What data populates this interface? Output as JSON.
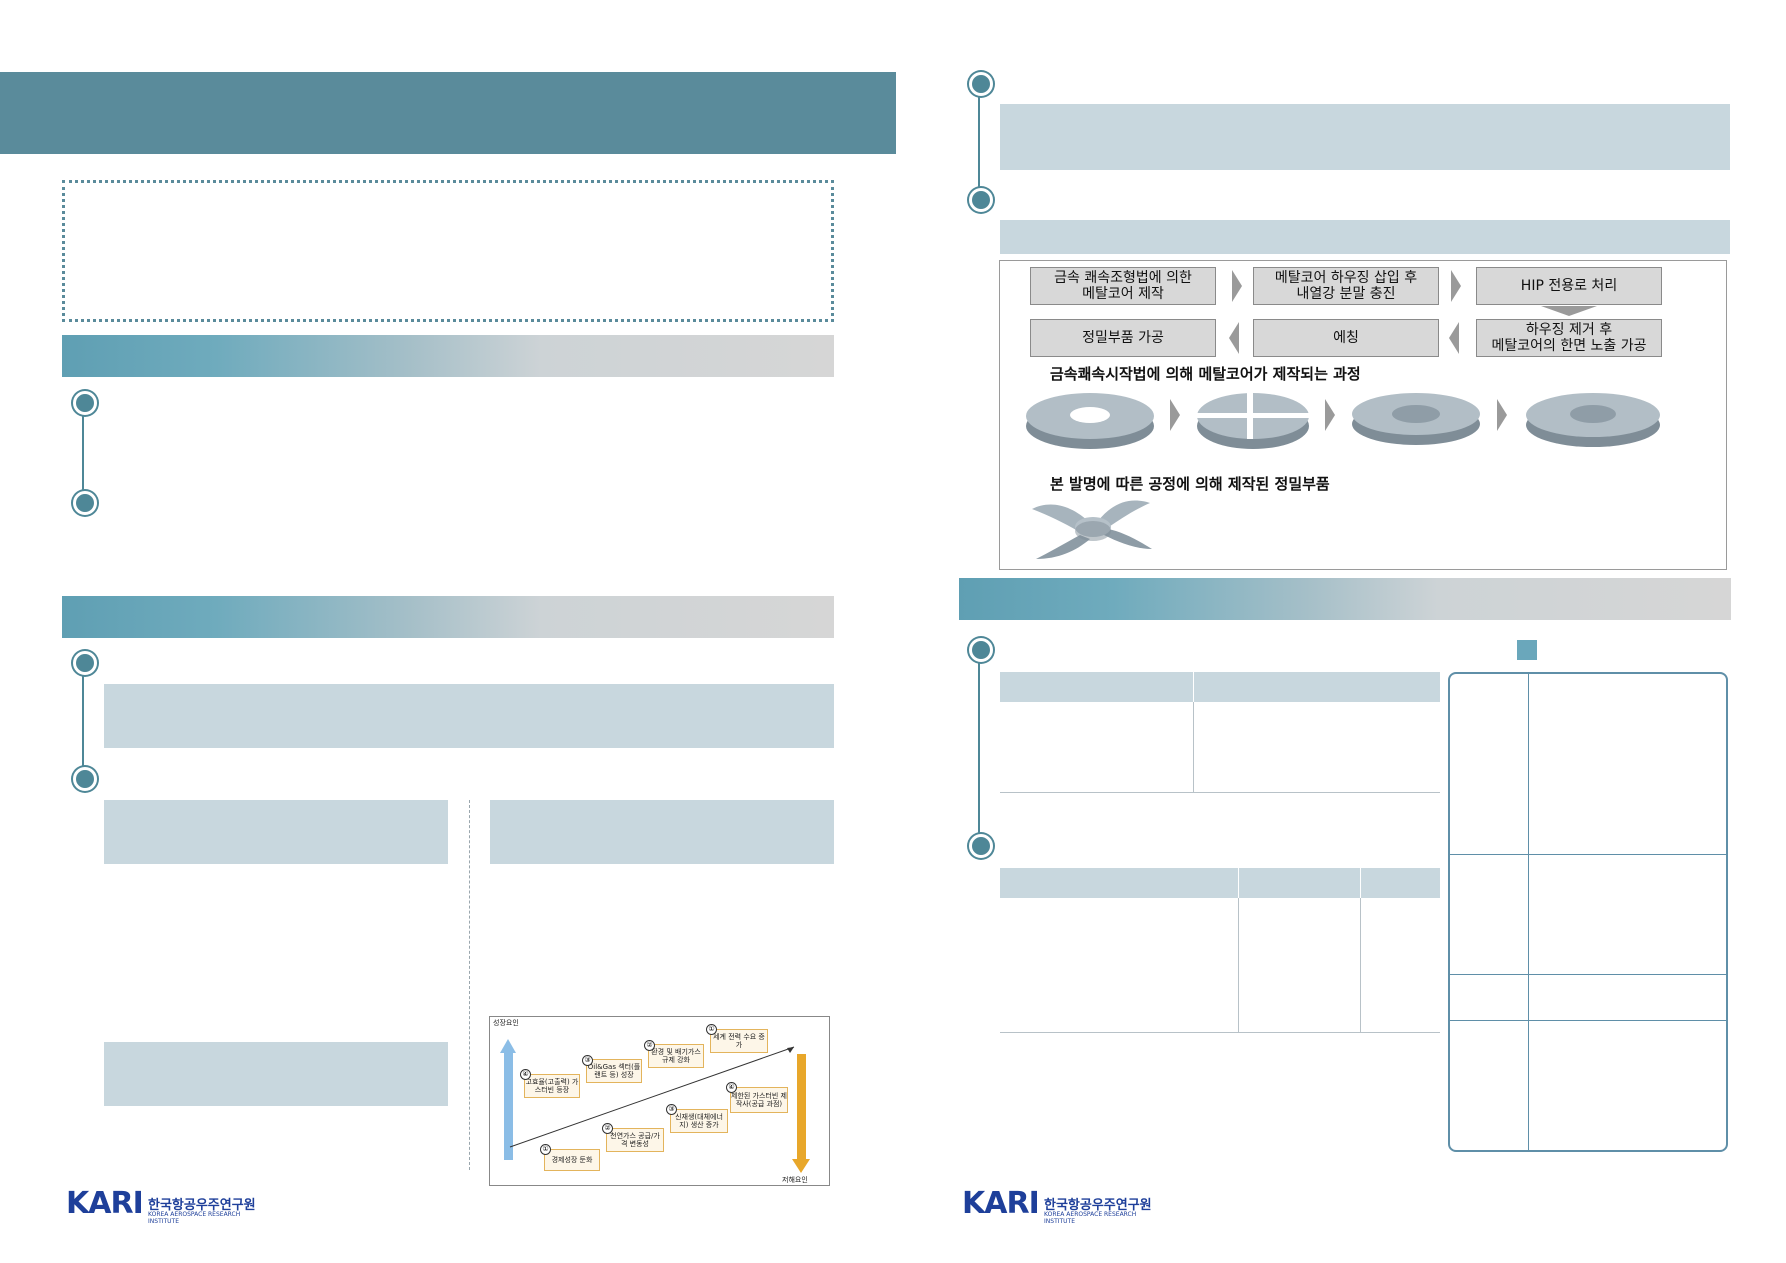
{
  "process": {
    "steps": {
      "s1": [
        "금속 쾌속조형법에 의한",
        "메탈코어 제작"
      ],
      "s2": [
        "메탈코어 하우징 삽입 후",
        "내열강 분말 충진"
      ],
      "s3": "HIP 전용로 처리",
      "s4": [
        "하우징 제거 후",
        "메탈코어의 한면 노출 가공"
      ],
      "s5": "에칭",
      "s6": "정밀부품 가공"
    },
    "caption1": "금속쾌속시작법에 의해 메탈코어가 제작되는 과정",
    "caption2": "본 발명에 따른 공정에 의해 제작된 정밀부품"
  },
  "market_chart": {
    "y_top": "성장요인",
    "y_bottom": "저해요인",
    "growth": [
      {
        "n": "①",
        "t": "세계 전력 수요 증가"
      },
      {
        "n": "②",
        "t": "환경 및 배기가스 규제 강화"
      },
      {
        "n": "③",
        "t": "Oil&Gas 섹터(플랜트 등) 성장"
      },
      {
        "n": "④",
        "t": "고효율(고출력) 가스터빈 등장"
      }
    ],
    "inhibit": [
      {
        "n": "①",
        "t": "경제성장 둔화"
      },
      {
        "n": "②",
        "t": "천연가스 공급/가격 변동성"
      },
      {
        "n": "③",
        "t": "신재생(대체에너지) 생산 증가"
      },
      {
        "n": "④",
        "t": "제한된 가스터빈 제작사(공급 과점)"
      }
    ]
  },
  "logo": {
    "mark": "KARI",
    "name_ko": "한국항공우주연구원",
    "name_en": "KOREA AEROSPACE RESEARCH INSTITUTE"
  },
  "colors": {
    "accent": "#5a8b9b",
    "light_box": "#c8d7de",
    "chart_up_arrow": "#8bbde6",
    "chart_down_arrow": "#e8a72a"
  }
}
